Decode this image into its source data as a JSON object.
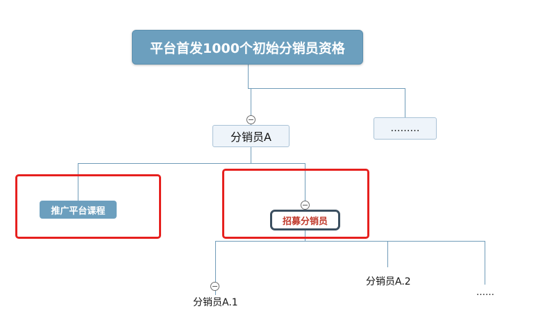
{
  "root": {
    "label": "平台首发1000个初始分销员资格"
  },
  "distributor_a": {
    "label": "分销员A"
  },
  "more_top": {
    "label": "………"
  },
  "course": {
    "label": "推广平台课程"
  },
  "recruit": {
    "label": "招募分销员"
  },
  "leaves": {
    "a1": "分销员A.1",
    "a2": "分销员A.2",
    "more": "……"
  },
  "colors": {
    "node_blue": "#6c9fbe",
    "node_light": "#eef4fa",
    "connector": "#6f9bb8",
    "highlight_red": "#e6201e",
    "recruit_text": "#c0392b"
  },
  "icons": {
    "collapse": "minus-circle-icon"
  }
}
